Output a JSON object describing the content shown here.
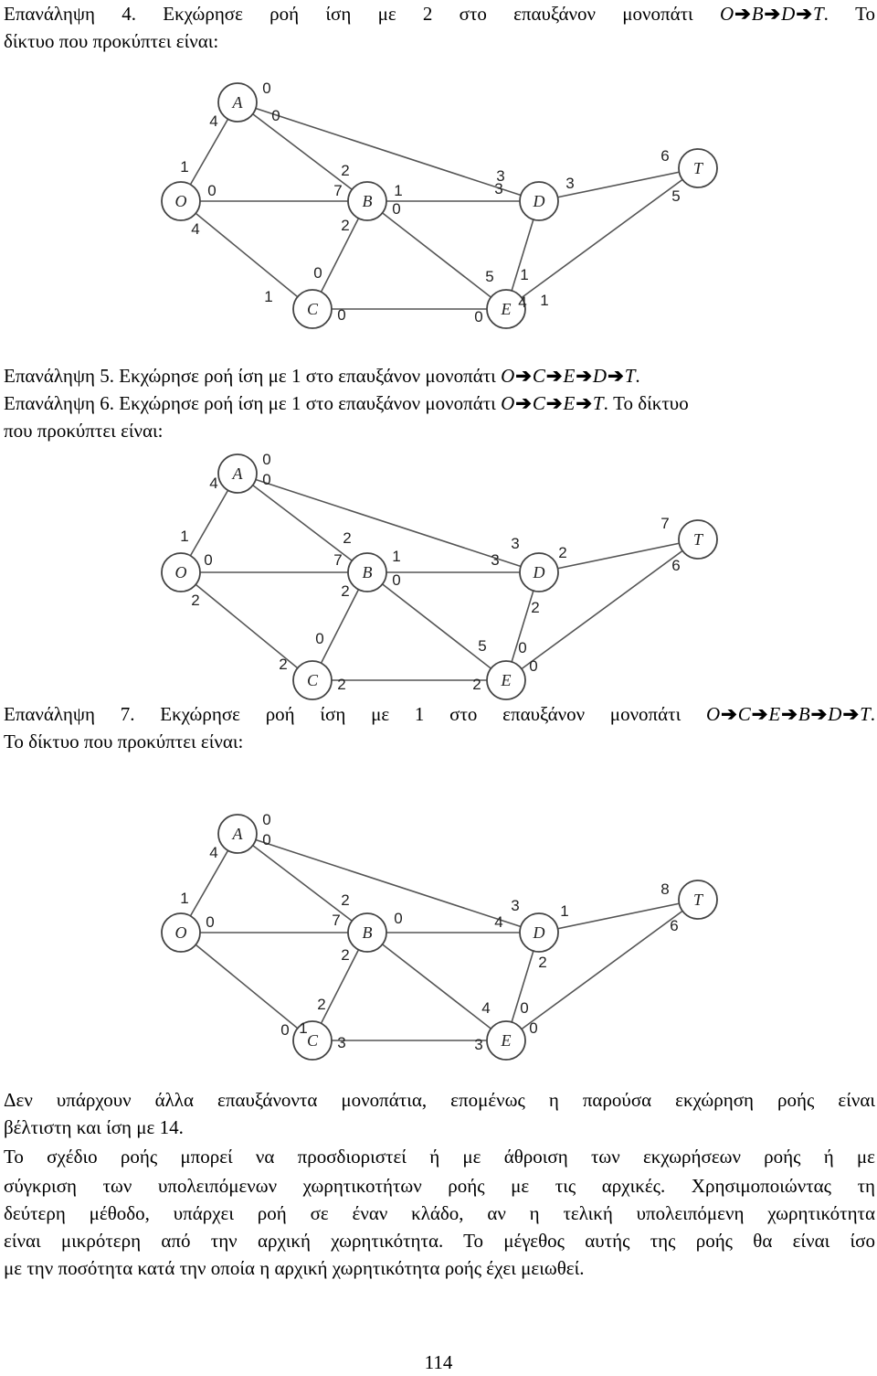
{
  "iter4": {
    "line1": {
      "text": "Επανάληψη 4. Εκχώρησε ροή ίση με 2 στο επαυξάνον μονοπάτι ",
      "path": [
        "O",
        "B",
        "D",
        "T"
      ],
      "tail": ". Το"
    },
    "line2": "δίκτυο που προκύπτει είναι:"
  },
  "iter5": {
    "text": "Επανάληψη 5. Εκχώρησε ροή ίση με 1 στο επαυξάνον μονοπάτι ",
    "path": [
      "O",
      "C",
      "E",
      "D",
      "T"
    ],
    "tail": "."
  },
  "iter6": {
    "text": "Επανάληψη 6. Εκχώρησε ροή ίση με 1 στο επαυξάνον μονοπάτι ",
    "path": [
      "O",
      "C",
      "E",
      "T"
    ],
    "tail": ". Το δίκτυο",
    "line2": "που προκύπτει είναι:"
  },
  "iter7": {
    "text": "Επανάληψη 7. Εκχώρησε ροή ίση με 1 στο επαυξάνον μονοπάτι ",
    "path": [
      "O",
      "C",
      "E",
      "B",
      "D",
      "T"
    ],
    "tail": ".",
    "line2": "Το δίκτυο που προκύπτει είναι:"
  },
  "conclusion": {
    "line1": "Δεν υπάρχουν άλλα επαυξάνοντα μονοπάτια, επομένως η παρούσα εκχώρηση ροής είναι",
    "line2": "βέλτιστη και ίση με 14."
  },
  "flowplan": {
    "lines": [
      "Το σχέδιο ροής μπορεί να προσδιοριστεί ή με άθροιση των εκχωρήσεων ροής ή με",
      "σύγκριση των υπολειπόμενων χωρητικοτήτων ροής με τις αρχικές. Χρησιμοποιώντας τη",
      "δεύτερη μέθοδο, υπάρχει ροή σε έναν κλάδο, αν η τελική υπολειπόμενη χωρητικότητα",
      "είναι μικρότερη από την αρχική χωρητικότητα. Το μέγεθος αυτής της ροής θα είναι ίσο"
    ],
    "last": "με την ποσότητα κατά την οποία η αρχική χωρητικότητα ροής έχει μειωθεί."
  },
  "page_number": "114",
  "arrow_glyph": "➔",
  "node_labels": [
    "A",
    "O",
    "B",
    "D",
    "T",
    "C",
    "E"
  ],
  "figures": [
    {
      "name": "network-after-iteration-4",
      "labels": [
        "0",
        "4",
        "0",
        "1",
        "0",
        "2",
        "7",
        "1",
        "0",
        "3",
        "3",
        "6",
        "3",
        "5",
        "2",
        "4",
        "0",
        "1",
        "0",
        "5",
        "1",
        "4",
        "0",
        "1"
      ]
    },
    {
      "name": "network-after-iteration-6",
      "labels": [
        "0",
        "4",
        "0",
        "1",
        "0",
        "2",
        "7",
        "1",
        "0",
        "3",
        "3",
        "7",
        "2",
        "6",
        "2",
        "2",
        "0",
        "2",
        "2",
        "5",
        "0",
        "2",
        "2",
        "0"
      ]
    },
    {
      "name": "network-after-iteration-7",
      "labels": [
        "0",
        "4",
        "0",
        "1",
        "0",
        "2",
        "7",
        "0",
        "4",
        "3",
        "8",
        "1",
        "6",
        "2",
        "2",
        "2",
        "0",
        "3",
        "4",
        "0",
        "1",
        "3",
        "0"
      ]
    }
  ]
}
